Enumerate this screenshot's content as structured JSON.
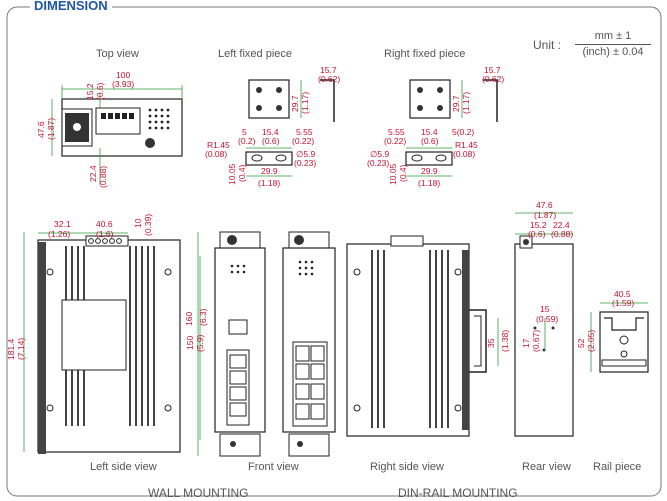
{
  "header": {
    "title": "DIMENSION"
  },
  "unit": {
    "prefix": "Unit :",
    "numerator": "mm ± 1",
    "denominator": "(inch) ± 0.04"
  },
  "views": {
    "top": "Top view",
    "left_fixed": "Left fixed piece",
    "right_fixed": "Right fixed piece",
    "left_side": "Left side view",
    "front": "Front view",
    "right_side": "Right side view",
    "rear": "Rear view",
    "rail": "Rail piece"
  },
  "sections": {
    "wall": "WALL MOUNTING",
    "din": "DIN-RAIL MOUNTING"
  },
  "dims": {
    "top_w": "100",
    "top_w_in": "(3.93)",
    "top_a": "15.2",
    "top_a_in": "(0.6)",
    "top_h": "47.6",
    "top_h_in": "(1.87)",
    "top_b": "22.4",
    "top_b_in": "(0.88)",
    "lf_t": "15.7",
    "lf_t_in": "(0.62)",
    "lf_h": "29.7",
    "lf_h_in": "(1.17)",
    "lf_a": "5",
    "lf_a_in": "(0.2)",
    "lf_b": "15.4",
    "lf_b_in": "(0.6)",
    "lf_c": "5.55",
    "lf_c_in": "(0.22)",
    "lf_r": "R1.45",
    "lf_r_in": "(0.08)",
    "lf_d": "∅5.9",
    "lf_d_in": "(0.23)",
    "lf_e": "10.05",
    "lf_e_in": "(0.4)",
    "lf_f": "29.9",
    "lf_f_in": "(1.18)",
    "rf_t": "15.7",
    "rf_t_in": "(0.62)",
    "rf_h": "29.7",
    "rf_h_in": "(1.17)",
    "rf_c": "5.55",
    "rf_c_in": "(0.22)",
    "rf_b": "15.4",
    "rf_b_in": "(0.6)",
    "rf_a": "5(0.2)",
    "rf_d": "∅5.9",
    "rf_d_in": "(0.23)",
    "rf_r": "R1.45",
    "rf_r_in": "(0.08)",
    "rf_e": "10.05",
    "rf_e_in": "(0.4)",
    "rf_f": "29.9",
    "rf_f_in": "(1.18)",
    "ls_a": "32.1",
    "ls_a_in": "(1.26)",
    "ls_b": "40.6",
    "ls_b_in": "(1.6)",
    "ls_c": "10",
    "ls_c_in": "(0.39)",
    "ls_h": "181.4",
    "ls_h_in": "(7.14)",
    "ls_i": "150",
    "ls_i_in": "(5.9)",
    "fr_h": "160",
    "fr_h_in": "(6.3)",
    "rs_h": "35",
    "rs_h_in": "(1.38)",
    "rv_w": "47.6",
    "rv_w_in": "(1.87)",
    "rv_a": "15.2",
    "rv_a_in": "(0.6)",
    "rv_b": "22.4",
    "rv_b_in": "(0.88)",
    "rv_c": "15",
    "rv_c_in": "(0.59)",
    "rv_d": "17",
    "rv_d_in": "(0.67)",
    "rp_w": "40.5",
    "rp_w_in": "(1.59)",
    "rp_h": "52",
    "rp_h_in": "(2.05)"
  }
}
